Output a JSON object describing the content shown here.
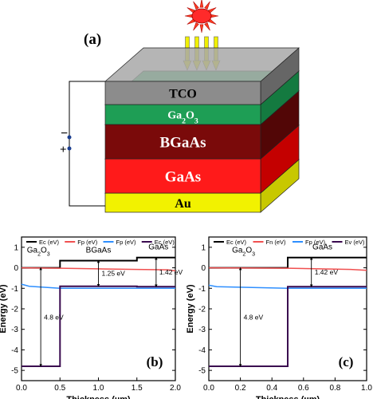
{
  "figure": {
    "panel_a_label": "(a)",
    "panel_b_label": "(b)",
    "panel_c_label": "(c)",
    "minus_sign": "−",
    "plus_sign": "+"
  },
  "layers": [
    {
      "id": "tco",
      "label": "TCO",
      "front": "#8c8c8c",
      "side": "#666666",
      "top": "#a8a8a8"
    },
    {
      "id": "ga2o3",
      "label": "Ga2O3",
      "front": "#1e9e55",
      "side": "#147a40",
      "top": "#3bbb6f"
    },
    {
      "id": "bgaas",
      "label": "BGaAs",
      "front": "#7a0a0a",
      "side": "#520606",
      "top": "#951515"
    },
    {
      "id": "gaas",
      "label": "GaAs",
      "front": "#ff1a1a",
      "side": "#c40000",
      "top": "#ff4c4c"
    },
    {
      "id": "au",
      "label": "Au",
      "front": "#f2f200",
      "side": "#c8c800",
      "top": "#ffff55"
    }
  ],
  "colors": {
    "ec": "#000000",
    "fn": "#f05050",
    "fp": "#2e8fff",
    "ev": "#3a0a4f",
    "sun": "#ff2a2a",
    "arrow": "#f0f000"
  },
  "chart_data": [
    {
      "type": "line",
      "panel": "(b)",
      "xlabel": "Thickness (µm)",
      "ylabel": "Energy (eV)",
      "xlim": [
        0,
        2
      ],
      "ylim": [
        -5.5,
        1.5
      ],
      "xticks": [
        "0.0",
        "0.5",
        "1.0",
        "1.5",
        "2.0"
      ],
      "yticks": [
        "1",
        "0",
        "-1",
        "-2",
        "-3",
        "-4",
        "-5"
      ],
      "legend": [
        "Ec (eV)",
        "Fp (eV)",
        "Fp (eV)",
        "Ec (eV)"
      ],
      "region_labels": [
        {
          "text": "Ga2O3",
          "x": 0.22,
          "y": 0.62
        },
        {
          "text": "BGaAs",
          "x": 1.0,
          "y": 0.62
        },
        {
          "text": "GaAs",
          "x": 1.78,
          "y": 0.78
        }
      ],
      "gap_labels": [
        {
          "text": "4.8 eV",
          "x": 0.25,
          "y_top": 0.0,
          "y_bot": -4.8
        },
        {
          "text": "1.25 eV",
          "x": 1.0,
          "y_top": 0.35,
          "y_bot": -0.9
        },
        {
          "text": "1.42 eV",
          "x": 1.75,
          "y_top": 0.5,
          "y_bot": -0.92
        }
      ],
      "series": [
        {
          "role": "ec",
          "x": [
            0,
            0.5,
            0.5,
            1.5,
            1.5,
            2.0
          ],
          "y": [
            0.0,
            0.0,
            0.35,
            0.35,
            0.5,
            0.5
          ]
        },
        {
          "role": "fn",
          "x": [
            0,
            0.5,
            1.0,
            1.5,
            1.9,
            2.0
          ],
          "y": [
            0.0,
            -0.02,
            -0.05,
            -0.08,
            -0.1,
            -0.15
          ]
        },
        {
          "role": "fp",
          "x": [
            0,
            0.1,
            0.5,
            1.0,
            1.5,
            1.9,
            2.0
          ],
          "y": [
            -0.8,
            -0.9,
            -1.0,
            -1.0,
            -1.0,
            -1.0,
            -1.0
          ]
        },
        {
          "role": "ev",
          "x": [
            0,
            0.5,
            0.5,
            1.5,
            1.5,
            2.0
          ],
          "y": [
            -4.8,
            -4.8,
            -0.9,
            -0.9,
            -0.92,
            -0.92
          ]
        }
      ]
    },
    {
      "type": "line",
      "panel": "(c)",
      "xlabel": "Thickness (µm)",
      "ylabel": "Energy (eV)",
      "xlim": [
        0,
        1
      ],
      "ylim": [
        -5.5,
        1.5
      ],
      "xticks": [
        "0.0",
        "0.2",
        "0.4",
        "0.6",
        "0.8",
        "1.0"
      ],
      "yticks": [
        "1",
        "0",
        "-1",
        "-2",
        "-3",
        "-4",
        "-5"
      ],
      "legend": [
        "Ec (eV)",
        "Fn (eV)",
        "Fp (eV)",
        "Ev (eV)"
      ],
      "region_labels": [
        {
          "text": "Ga2O3",
          "x": 0.22,
          "y": 0.62
        },
        {
          "text": "GaAs",
          "x": 0.72,
          "y": 0.78
        }
      ],
      "gap_labels": [
        {
          "text": "4.8 eV",
          "x": 0.2,
          "y_top": 0.0,
          "y_bot": -4.8
        },
        {
          "text": "1.42 eV",
          "x": 0.65,
          "y_top": 0.5,
          "y_bot": -0.92
        }
      ],
      "series": [
        {
          "role": "ec",
          "x": [
            0,
            0.5,
            0.5,
            1.0
          ],
          "y": [
            0.0,
            0.0,
            0.5,
            0.5
          ]
        },
        {
          "role": "fn",
          "x": [
            0,
            0.5,
            0.9,
            1.0
          ],
          "y": [
            0.0,
            -0.02,
            -0.08,
            -0.12
          ]
        },
        {
          "role": "fp",
          "x": [
            0,
            0.05,
            0.5,
            1.0
          ],
          "y": [
            -0.85,
            -0.92,
            -1.0,
            -1.0
          ]
        },
        {
          "role": "ev",
          "x": [
            0,
            0.5,
            0.5,
            1.0
          ],
          "y": [
            -4.8,
            -4.8,
            -0.92,
            -0.92
          ]
        }
      ]
    }
  ]
}
